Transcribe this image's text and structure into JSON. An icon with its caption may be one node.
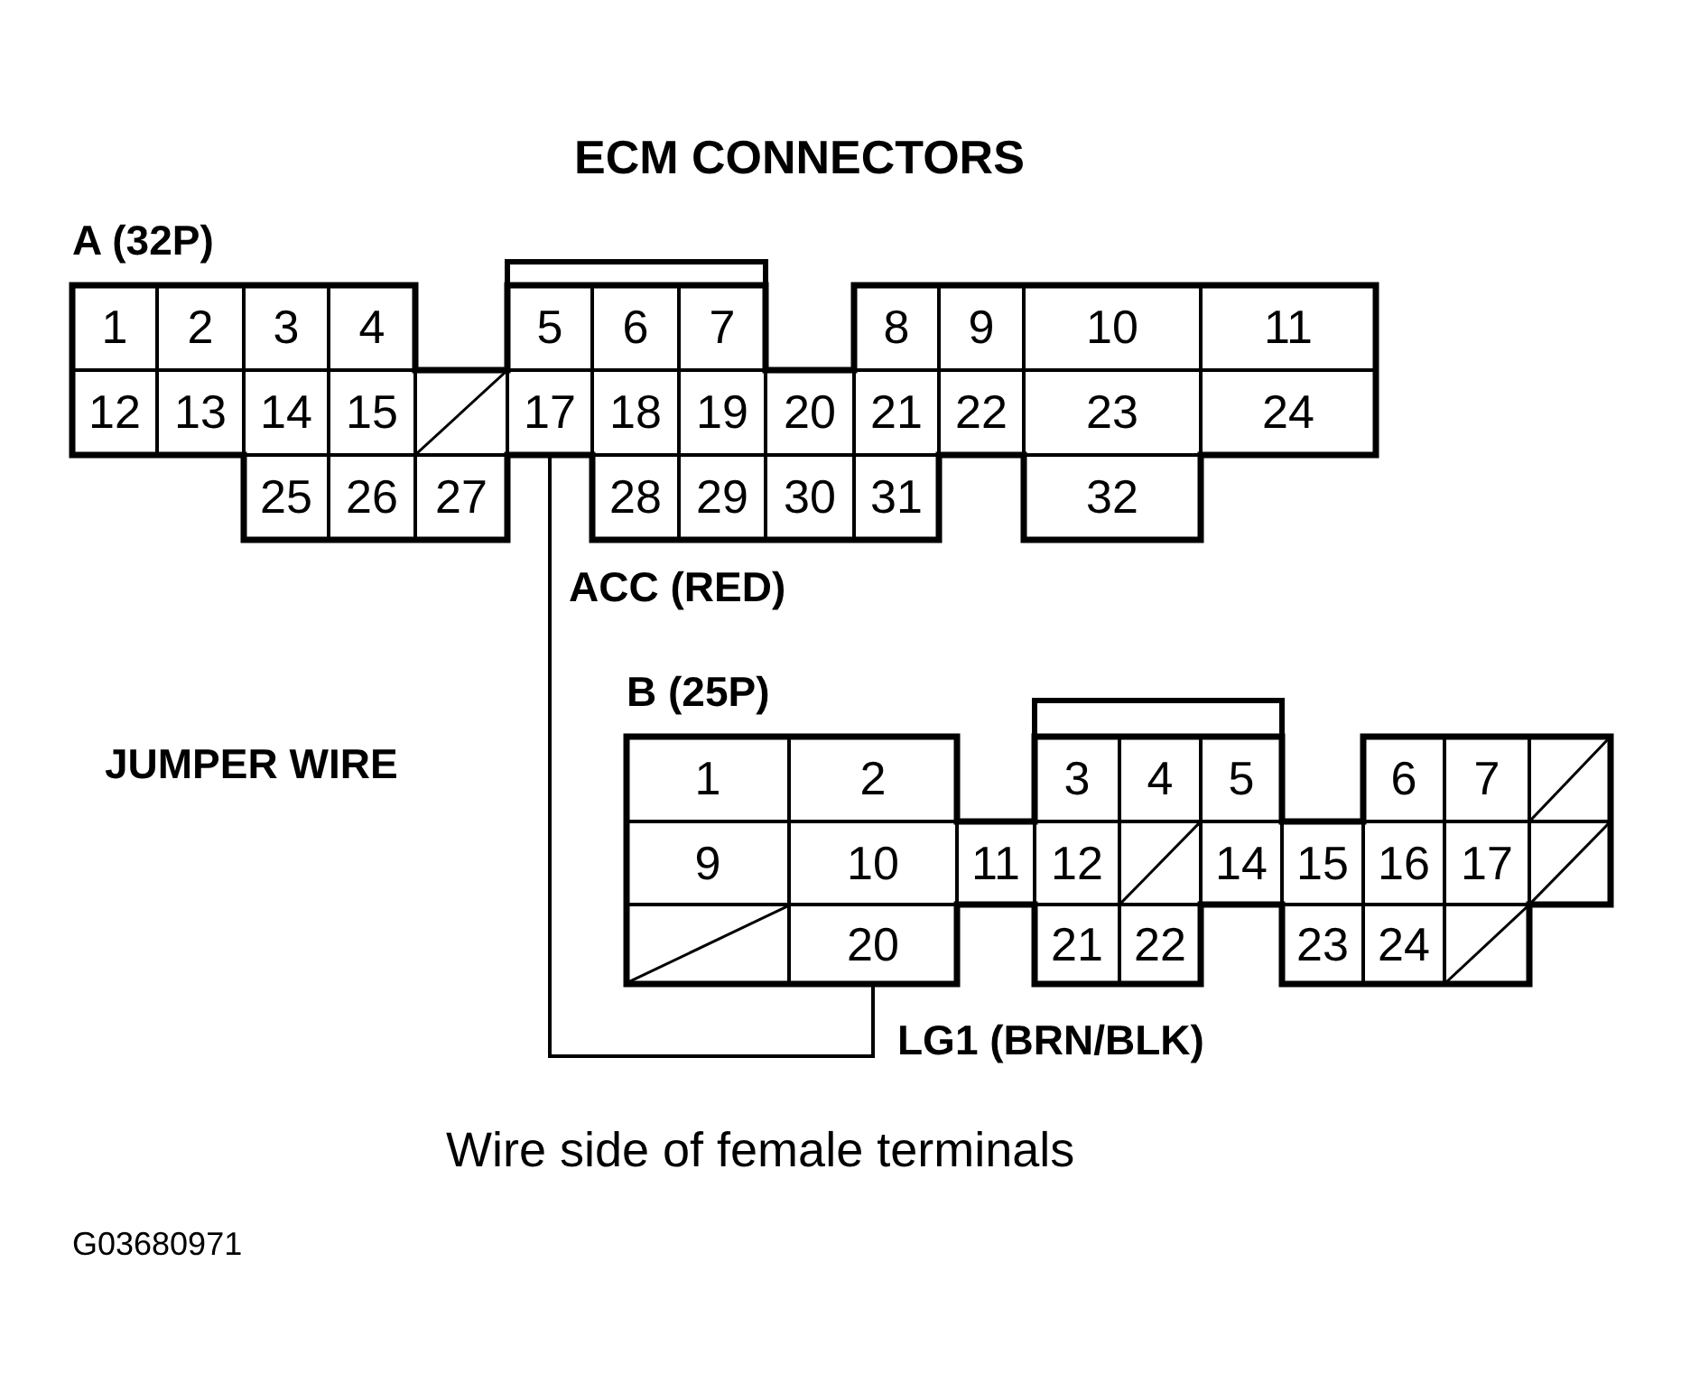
{
  "diagram": {
    "title": "ECM CONNECTORS",
    "caption": "Wire side of female terminals",
    "nodes": [
      {
        "text": [
          "A (32P)"
        ]
      },
      {
        "text": [
          "1"
        ],
        "in": 0
      },
      {
        "text": [
          "2"
        ],
        "in": 0
      },
      {
        "text": [
          "3"
        ],
        "in": 0
      },
      {
        "text": [
          "4"
        ],
        "in": 0
      },
      {
        "text": [
          "5"
        ],
        "in": 0
      },
      {
        "text": [
          "6"
        ],
        "in": 0
      },
      {
        "text": [
          "7"
        ],
        "in": 0
      },
      {
        "text": [
          "8"
        ],
        "in": 0
      },
      {
        "text": [
          "9"
        ],
        "in": 0
      },
      {
        "text": [
          "10"
        ],
        "in": 0
      },
      {
        "text": [
          "11"
        ],
        "in": 0
      },
      {
        "text": [
          "12"
        ],
        "in": 0
      },
      {
        "text": [
          "13"
        ],
        "in": 0
      },
      {
        "text": [
          "14"
        ],
        "in": 0
      },
      {
        "text": [
          "15"
        ],
        "in": 0
      },
      {
        "text": [],
        "shape": "box",
        "in": 0
      },
      {
        "text": [
          "17"
        ],
        "in": 0
      },
      {
        "text": [
          "18"
        ],
        "in": 0
      },
      {
        "text": [
          "19"
        ],
        "in": 0
      },
      {
        "text": [
          "20"
        ],
        "in": 0
      },
      {
        "text": [
          "21"
        ],
        "in": 0
      },
      {
        "text": [
          "22"
        ],
        "in": 0
      },
      {
        "text": [
          "23"
        ],
        "in": 0
      },
      {
        "text": [
          "24"
        ],
        "in": 0
      },
      {
        "text": [
          "25"
        ],
        "in": 0
      },
      {
        "text": [
          "26"
        ],
        "in": 0
      },
      {
        "text": [
          "27"
        ],
        "in": 0
      },
      {
        "text": [
          "28"
        ],
        "in": 0
      },
      {
        "text": [
          "29"
        ],
        "in": 0
      },
      {
        "text": [
          "30"
        ],
        "in": 0
      },
      {
        "text": [
          "31"
        ],
        "in": 0
      },
      {
        "text": [
          "32"
        ],
        "in": 0
      },
      {
        "text": [
          "B (25P)"
        ]
      },
      {
        "text": [
          "1"
        ],
        "in": 33
      },
      {
        "text": [
          "2"
        ],
        "in": 33
      },
      {
        "text": [
          "3"
        ],
        "in": 33
      },
      {
        "text": [
          "4"
        ],
        "in": 33
      },
      {
        "text": [
          "5"
        ],
        "in": 33
      },
      {
        "text": [
          "6"
        ],
        "in": 33
      },
      {
        "text": [
          "7"
        ],
        "in": 33
      },
      {
        "text": [],
        "shape": "box",
        "in": 33
      },
      {
        "text": [
          "9"
        ],
        "in": 33
      },
      {
        "text": [
          "10"
        ],
        "in": 33
      },
      {
        "text": [
          "11"
        ],
        "in": 33
      },
      {
        "text": [
          "12"
        ],
        "in": 33
      },
      {
        "text": [],
        "shape": "box",
        "in": 33
      },
      {
        "text": [
          "14"
        ],
        "in": 33
      },
      {
        "text": [
          "15"
        ],
        "in": 33
      },
      {
        "text": [
          "16"
        ],
        "in": 33
      },
      {
        "text": [
          "17"
        ],
        "in": 33
      },
      {
        "text": [],
        "shape": "box",
        "in": 33
      },
      {
        "text": [],
        "shape": "box",
        "in": 33
      },
      {
        "text": [
          "20"
        ],
        "in": 33
      },
      {
        "text": [
          "21"
        ],
        "in": 33
      },
      {
        "text": [
          "22"
        ],
        "in": 33
      },
      {
        "text": [
          "23"
        ],
        "in": 33
      },
      {
        "text": [
          "24"
        ],
        "in": 33
      },
      {
        "text": [],
        "shape": "box",
        "in": 33
      }
    ],
    "edges": [
      {
        "from": 17,
        "to": 53,
        "arrow": "none"
      }
    ],
    "labels": [
      "ACC (RED)",
      "JUMPER WIRE",
      "LG1 (BRN/BLK)",
      "G03680971"
    ]
  }
}
